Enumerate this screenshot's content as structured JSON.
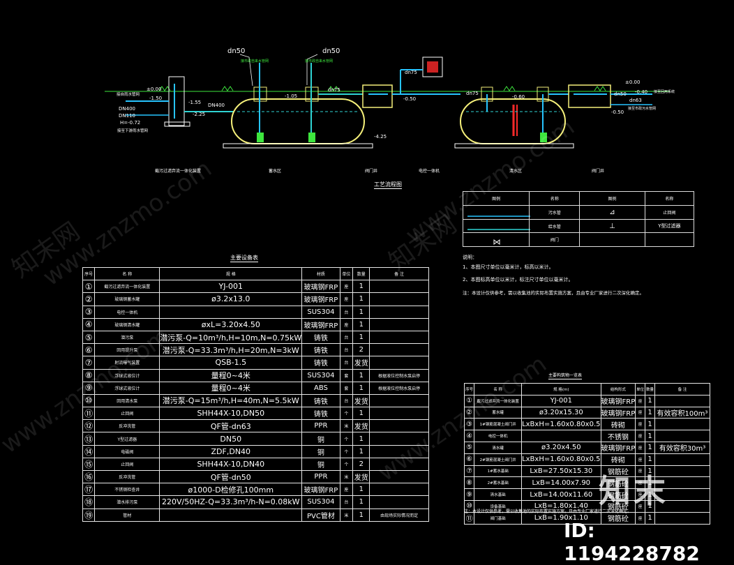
{
  "diagram": {
    "title": "工艺流程图",
    "section_labels": [
      "截污过滤弃流一体化装置",
      "蓄水区",
      "阀门井",
      "电控一体机",
      "清水区",
      "阀门井"
    ],
    "pipe_labels": {
      "dn50_a": "dn50",
      "dn50_b": "dn50",
      "note_a": "接市政自来水管网",
      "note_b": "接市政自来水管网",
      "left_note_1": "接自雨水管网",
      "left_note_2": "DN400",
      "left_note_3": "DN110",
      "left_note_4": "H=-0.72",
      "left_note_5": "接至下游雨水管网",
      "dn400": "DN400",
      "dn75_a": "dn75",
      "dn75_b": "dn75",
      "dn75_c": "dn75",
      "dn50_c": "dn50",
      "dn63": "dn63",
      "right_note": "接至回用系统",
      "right_note_2": "接至市政污水管网"
    },
    "elevations": [
      "±0.00",
      "-1.50",
      "-1.55",
      "-2.25",
      "-1.05",
      "-4.25",
      "-0.50",
      "-0.60",
      "±0.00",
      "-0.40",
      "-0.50"
    ]
  },
  "legend": {
    "headers": [
      "图例",
      "名称",
      "图例",
      "名称"
    ],
    "rows": [
      {
        "name": "污水管",
        "symbol2": "⊿",
        "name2": "止回阀"
      },
      {
        "name": "给水管",
        "symbol2": "⊥",
        "name2": "Y型过滤器"
      },
      {
        "name": "阀门",
        "symbol2": "",
        "name2": ""
      }
    ]
  },
  "notes": {
    "heading": "说明：",
    "items": [
      "1、本图尺寸单位以毫米计，标高以米计。",
      "2、本图标高单位以米计，标注尺寸单位以毫米计。",
      "注：本设计仅供参考，需以收集池的实际布置实施方案，且由专业厂家进行二次深化确定。"
    ]
  },
  "equipment_table": {
    "title": "主要设备表",
    "headers": [
      "序号",
      "名 称",
      "规 格",
      "材质",
      "单位",
      "数量",
      "备 注"
    ],
    "rows": [
      {
        "no": "①",
        "name": "截污过滤弃流一体化装置",
        "spec": "YJ-001",
        "mat": "玻璃钢FRP",
        "unit": "座",
        "qty": "1",
        "note": ""
      },
      {
        "no": "②",
        "name": "玻璃钢蓄水罐",
        "spec": "ø3.2x13.0",
        "mat": "玻璃钢FRP",
        "unit": "座",
        "qty": "1",
        "note": ""
      },
      {
        "no": "③",
        "name": "电控一体机",
        "spec": "",
        "mat": "SUS304",
        "unit": "台",
        "qty": "1",
        "note": ""
      },
      {
        "no": "④",
        "name": "玻璃钢清水罐",
        "spec": "øxL=3.20x4.50",
        "mat": "玻璃钢FRP",
        "unit": "座",
        "qty": "1",
        "note": ""
      },
      {
        "no": "⑤",
        "name": "潜污泵",
        "spec": "潜污泵-Q=10m³/h,H=10m,N=0.75kW",
        "mat": "铸铁",
        "unit": "台",
        "qty": "1",
        "note": ""
      },
      {
        "no": "⑥",
        "name": "回用提升泵",
        "spec": "潜污泵-Q=33.3m³/h,H=20m,N=3kW",
        "mat": "铸铁",
        "unit": "台",
        "qty": "2",
        "note": ""
      },
      {
        "no": "⑦",
        "name": "射流曝气装置",
        "spec": "QSB-1.5",
        "mat": "铸铁",
        "unit": "台",
        "qty": "发货",
        "note": ""
      },
      {
        "no": "⑧",
        "name": "浮球式液位计",
        "spec": "量程0~4米",
        "mat": "SUS304",
        "unit": "套",
        "qty": "1",
        "note": "根据液位控制水泵启停"
      },
      {
        "no": "⑨",
        "name": "浮球式液位计",
        "spec": "量程0~4米",
        "mat": "ABS",
        "unit": "套",
        "qty": "1",
        "note": "根据液位控制水泵启停"
      },
      {
        "no": "⑩",
        "name": "回用清水泵",
        "spec": "潜污泵-Q=15m³/h,H=40m,N=5.5kW",
        "mat": "铸铁",
        "unit": "台",
        "qty": "发货",
        "note": ""
      },
      {
        "no": "⑪",
        "name": "止回阀",
        "spec": "SHH44X-10,DN50",
        "mat": "铸铁",
        "unit": "个",
        "qty": "1",
        "note": ""
      },
      {
        "no": "⑫",
        "name": "反冲洗管",
        "spec": "QF管-dn63",
        "mat": "PPR",
        "unit": "米",
        "qty": "发货",
        "note": ""
      },
      {
        "no": "⑬",
        "name": "Y型过滤器",
        "spec": "DN50",
        "mat": "铜",
        "unit": "个",
        "qty": "1",
        "note": ""
      },
      {
        "no": "⑭",
        "name": "电磁阀",
        "spec": "ZDF,DN40",
        "mat": "铜",
        "unit": "个",
        "qty": "1",
        "note": ""
      },
      {
        "no": "⑮",
        "name": "止回阀",
        "spec": "SHH44X-10,DN40",
        "mat": "铜",
        "unit": "个",
        "qty": "2",
        "note": ""
      },
      {
        "no": "⑯",
        "name": "反冲洗管",
        "spec": "QF管-dn50",
        "mat": "PPR",
        "unit": "米",
        "qty": "发货",
        "note": ""
      },
      {
        "no": "⑰",
        "name": "不锈钢检查井",
        "spec": "ø1000-D检修孔100mm",
        "mat": "玻璃钢FRP",
        "unit": "座",
        "qty": "1",
        "note": ""
      },
      {
        "no": "⑱",
        "name": "潜水排污泵",
        "spec": "220V/50HZ-Q=33.3m³/h-N=0.08kW",
        "mat": "SUS304",
        "unit": "台",
        "qty": "1",
        "note": ""
      },
      {
        "no": "⑲",
        "name": "管材",
        "spec": "",
        "mat": "PVC管材",
        "unit": "米",
        "qty": "1",
        "note": "由现场实际情况而定"
      }
    ]
  },
  "structure_table": {
    "title": "主要构筑物一览表",
    "headers": [
      "序号",
      "名 称",
      "规 格(m)",
      "结构形式",
      "单位",
      "数量",
      "备 注"
    ],
    "rows": [
      {
        "no": "①",
        "name": "截污过滤弃流一体化装置",
        "spec": "YJ-001",
        "form": "玻璃钢FRP",
        "unit": "座",
        "qty": "1",
        "note": ""
      },
      {
        "no": "②",
        "name": "蓄水罐",
        "spec": "ø3.20x15.30",
        "form": "玻璃钢FRP",
        "unit": "座",
        "qty": "1",
        "note": "有效容积100m³"
      },
      {
        "no": "③",
        "name": "1#钢筋混凝土阀门井",
        "spec": "LxBxH=1.60x0.80x0.5",
        "form": "砖砌",
        "unit": "座",
        "qty": "1",
        "note": ""
      },
      {
        "no": "④",
        "name": "电控一体机",
        "spec": "",
        "form": "不锈钢",
        "unit": "座",
        "qty": "1",
        "note": ""
      },
      {
        "no": "⑤",
        "name": "清水罐",
        "spec": "ø3.20x4.50",
        "form": "玻璃钢FRP",
        "unit": "座",
        "qty": "1",
        "note": "有效容积30m³"
      },
      {
        "no": "⑥",
        "name": "2#钢筋混凝土阀门井",
        "spec": "LxBxH=1.60x0.80x0.5",
        "form": "砖砌",
        "unit": "座",
        "qty": "1",
        "note": ""
      },
      {
        "no": "⑦",
        "name": "1#蓄水基础",
        "spec": "LxB=27.50x15.30",
        "form": "钢筋砼",
        "unit": "座",
        "qty": "1",
        "note": ""
      },
      {
        "no": "⑧",
        "name": "2#蓄水基础",
        "spec": "LxB=14.00x7.90",
        "form": "钢筋砼",
        "unit": "座",
        "qty": "1",
        "note": ""
      },
      {
        "no": "⑨",
        "name": "清水基础",
        "spec": "LxB=14.00x11.60",
        "form": "钢筋砼",
        "unit": "座",
        "qty": "1",
        "note": ""
      },
      {
        "no": "⑩",
        "name": "设备基础",
        "spec": "LxB=1.80x1.40",
        "form": "钢筋砼",
        "unit": "座",
        "qty": "1",
        "note": ""
      },
      {
        "no": "⑪",
        "name": "阀门基础",
        "spec": "LxB=1.90x1.10",
        "form": "钢筋砼",
        "unit": "座",
        "qty": "1",
        "note": ""
      }
    ],
    "footnote": "注：本设计仅供参考，需以收集池的实际布置实施方案，且由专业厂家进行二次深化确定。"
  },
  "watermark": {
    "logo": "知末",
    "id_text": "ID: 1194228782",
    "site": "www.znzmo.com",
    "site_cn": "知末网"
  },
  "colors": {
    "background": "#000000",
    "tank_outline": "#f5f07a",
    "water_pipe": "#27c4ff",
    "sewage_pipe": "#2fd4d4",
    "ground": "#3ee63e",
    "red_accent": "#ff2a2a"
  }
}
